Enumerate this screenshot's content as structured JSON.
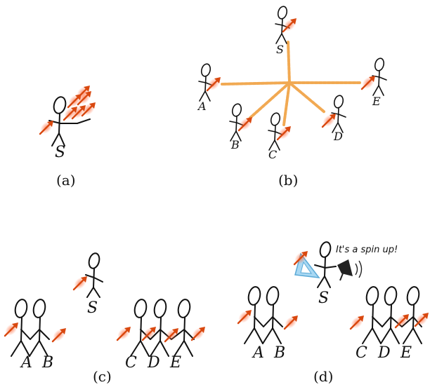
{
  "panels": {
    "a": {
      "caption": "(a)",
      "observer": "S"
    },
    "b": {
      "caption": "(b)",
      "center": "S",
      "parties": [
        "A",
        "B",
        "C",
        "D",
        "E"
      ]
    },
    "c": {
      "caption": "(c)",
      "observer": "S",
      "group_left": [
        "A",
        "B"
      ],
      "group_right": [
        "C",
        "D",
        "E"
      ]
    },
    "d": {
      "caption": "(d)",
      "observer": "S",
      "speech": "It's a spin up!",
      "group_left": [
        "A",
        "B"
      ],
      "group_right": [
        "C",
        "D",
        "E"
      ]
    }
  },
  "colors": {
    "spin_arrow": "#d9480f",
    "spin_glow": "#ff6b3d",
    "entanglement_bond": "#f0a040",
    "ruler": "#7fc4ea",
    "ink": "#111111"
  },
  "icons": [
    "spin-up-arrow",
    "stick-figure",
    "triangle-ruler",
    "megaphone",
    "entanglement-bond"
  ]
}
